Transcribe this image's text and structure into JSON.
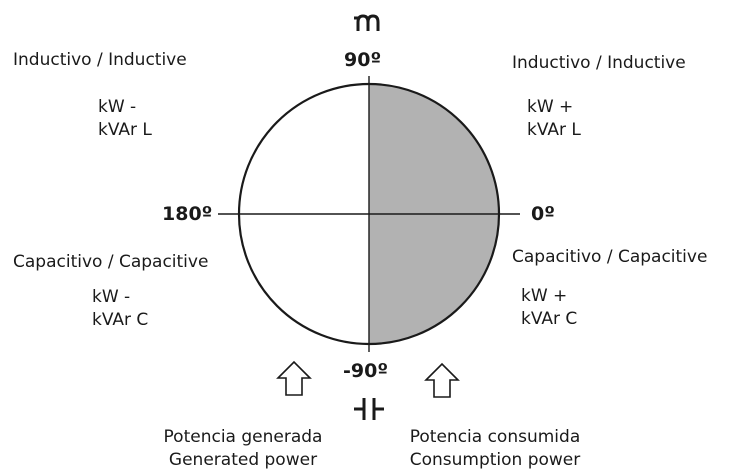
{
  "angles": {
    "top": "90º",
    "right": "0º",
    "left": "180º",
    "bottom": "-90º"
  },
  "quadrants": {
    "top_left": {
      "title": "Inductivo / Inductive",
      "line1": "kW -",
      "line2": "kVAr L"
    },
    "top_right": {
      "title": "Inductivo / Inductive",
      "line1": "kW +",
      "line2": "kVAr L"
    },
    "bottom_left": {
      "title": "Capacitivo / Capacitive",
      "line1": "kW -",
      "line2": "kVAr C"
    },
    "bottom_right": {
      "title": "Capacitivo / Capacitive",
      "line1": "kW +",
      "line2": "kVAr C"
    }
  },
  "captions": {
    "generated": {
      "line1": "Potencia generada",
      "line2": "Generated power"
    },
    "consumption": {
      "line1": "Potencia consumida",
      "line2": "Consumption power"
    }
  },
  "icons": {
    "top": "inductor-icon",
    "bottom": "capacitor-icon",
    "arrows": "up-arrow-icon"
  },
  "colors": {
    "consumption_half": "#b2b2b2",
    "stroke": "#1a1a1a"
  }
}
